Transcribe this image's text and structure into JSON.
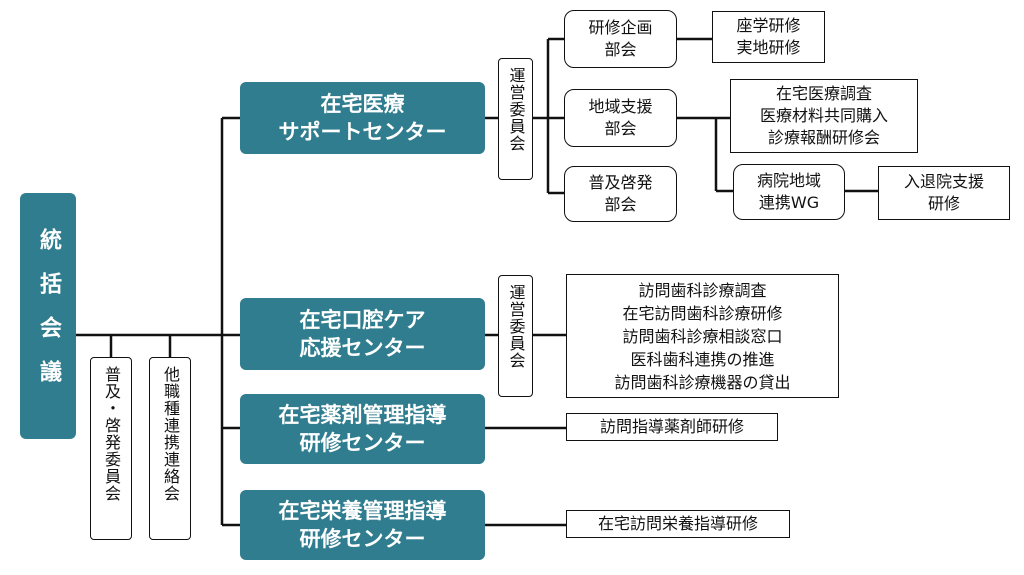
{
  "diagram": {
    "root": {
      "label": "統括会議"
    },
    "side_committees": [
      {
        "label": "普及・啓発委員会"
      },
      {
        "label": "他職種連携連絡会"
      }
    ],
    "centers": [
      {
        "label": "在宅医療\nサポートセンター",
        "committee": "運営委員会",
        "subgroups": [
          {
            "label": "研修企画\n部会",
            "items": "座学研修\n実地研修"
          },
          {
            "label": "地域支援\n部会",
            "items": "在宅医療調査\n医療材料共同購入\n診療報酬研修会",
            "wg": {
              "label": "病院地域\n連携WG",
              "items": "入退院支援\n研修"
            }
          },
          {
            "label": "普及啓発\n部会"
          }
        ]
      },
      {
        "label": "在宅口腔ケア\n応援センター",
        "committee": "運営委員会",
        "items": "訪問歯科診療調査\n在宅訪問歯科診療研修\n訪問歯科診療相談窓口\n医科歯科連携の推進\n訪問歯科診療機器の貸出"
      },
      {
        "label": "在宅薬剤管理指導\n研修センター",
        "items": "訪問指導薬剤師研修"
      },
      {
        "label": "在宅栄養管理指導\n研修センター",
        "items": "在宅訪問栄養指導研修"
      }
    ]
  }
}
